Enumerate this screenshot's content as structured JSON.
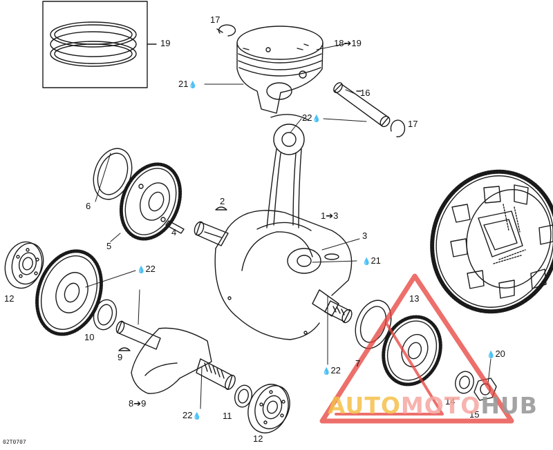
{
  "figure_code": "02T0707",
  "callouts": [
    {
      "id": "c19",
      "text": "19"
    },
    {
      "id": "c17a",
      "text": "17"
    },
    {
      "id": "c18",
      "text": "18➔19"
    },
    {
      "id": "c21a",
      "text": "21"
    },
    {
      "id": "c16",
      "text": "16"
    },
    {
      "id": "c22a",
      "text": "22"
    },
    {
      "id": "c17b",
      "text": "17"
    },
    {
      "id": "c6",
      "text": "6"
    },
    {
      "id": "c2",
      "text": "2"
    },
    {
      "id": "c4",
      "text": "4"
    },
    {
      "id": "c1",
      "text": "1➔3"
    },
    {
      "id": "c5",
      "text": "5"
    },
    {
      "id": "c3",
      "text": "3"
    },
    {
      "id": "c21b",
      "text": "21"
    },
    {
      "id": "c22b",
      "text": "22"
    },
    {
      "id": "c12a",
      "text": "12"
    },
    {
      "id": "c13",
      "text": "13"
    },
    {
      "id": "c10",
      "text": "10"
    },
    {
      "id": "c9",
      "text": "9"
    },
    {
      "id": "c7",
      "text": "7"
    },
    {
      "id": "c22c",
      "text": "22"
    },
    {
      "id": "c20",
      "text": "20"
    },
    {
      "id": "c14",
      "text": "14"
    },
    {
      "id": "c15",
      "text": "15"
    },
    {
      "id": "c8",
      "text": "8➔9"
    },
    {
      "id": "c22d",
      "text": "22"
    },
    {
      "id": "c11",
      "text": "11"
    },
    {
      "id": "c12b",
      "text": "12"
    }
  ],
  "lube_icon": "oil-drop-icon",
  "watermark": {
    "part1": "AUTO",
    "part2": "MOTO",
    "part3": "HUB"
  },
  "colors": {
    "line": "#1a1a1a",
    "watermark_red": "#e8403a",
    "watermark_yellow": "#f5c04a",
    "watermark_gray": "#9a9a9a"
  }
}
